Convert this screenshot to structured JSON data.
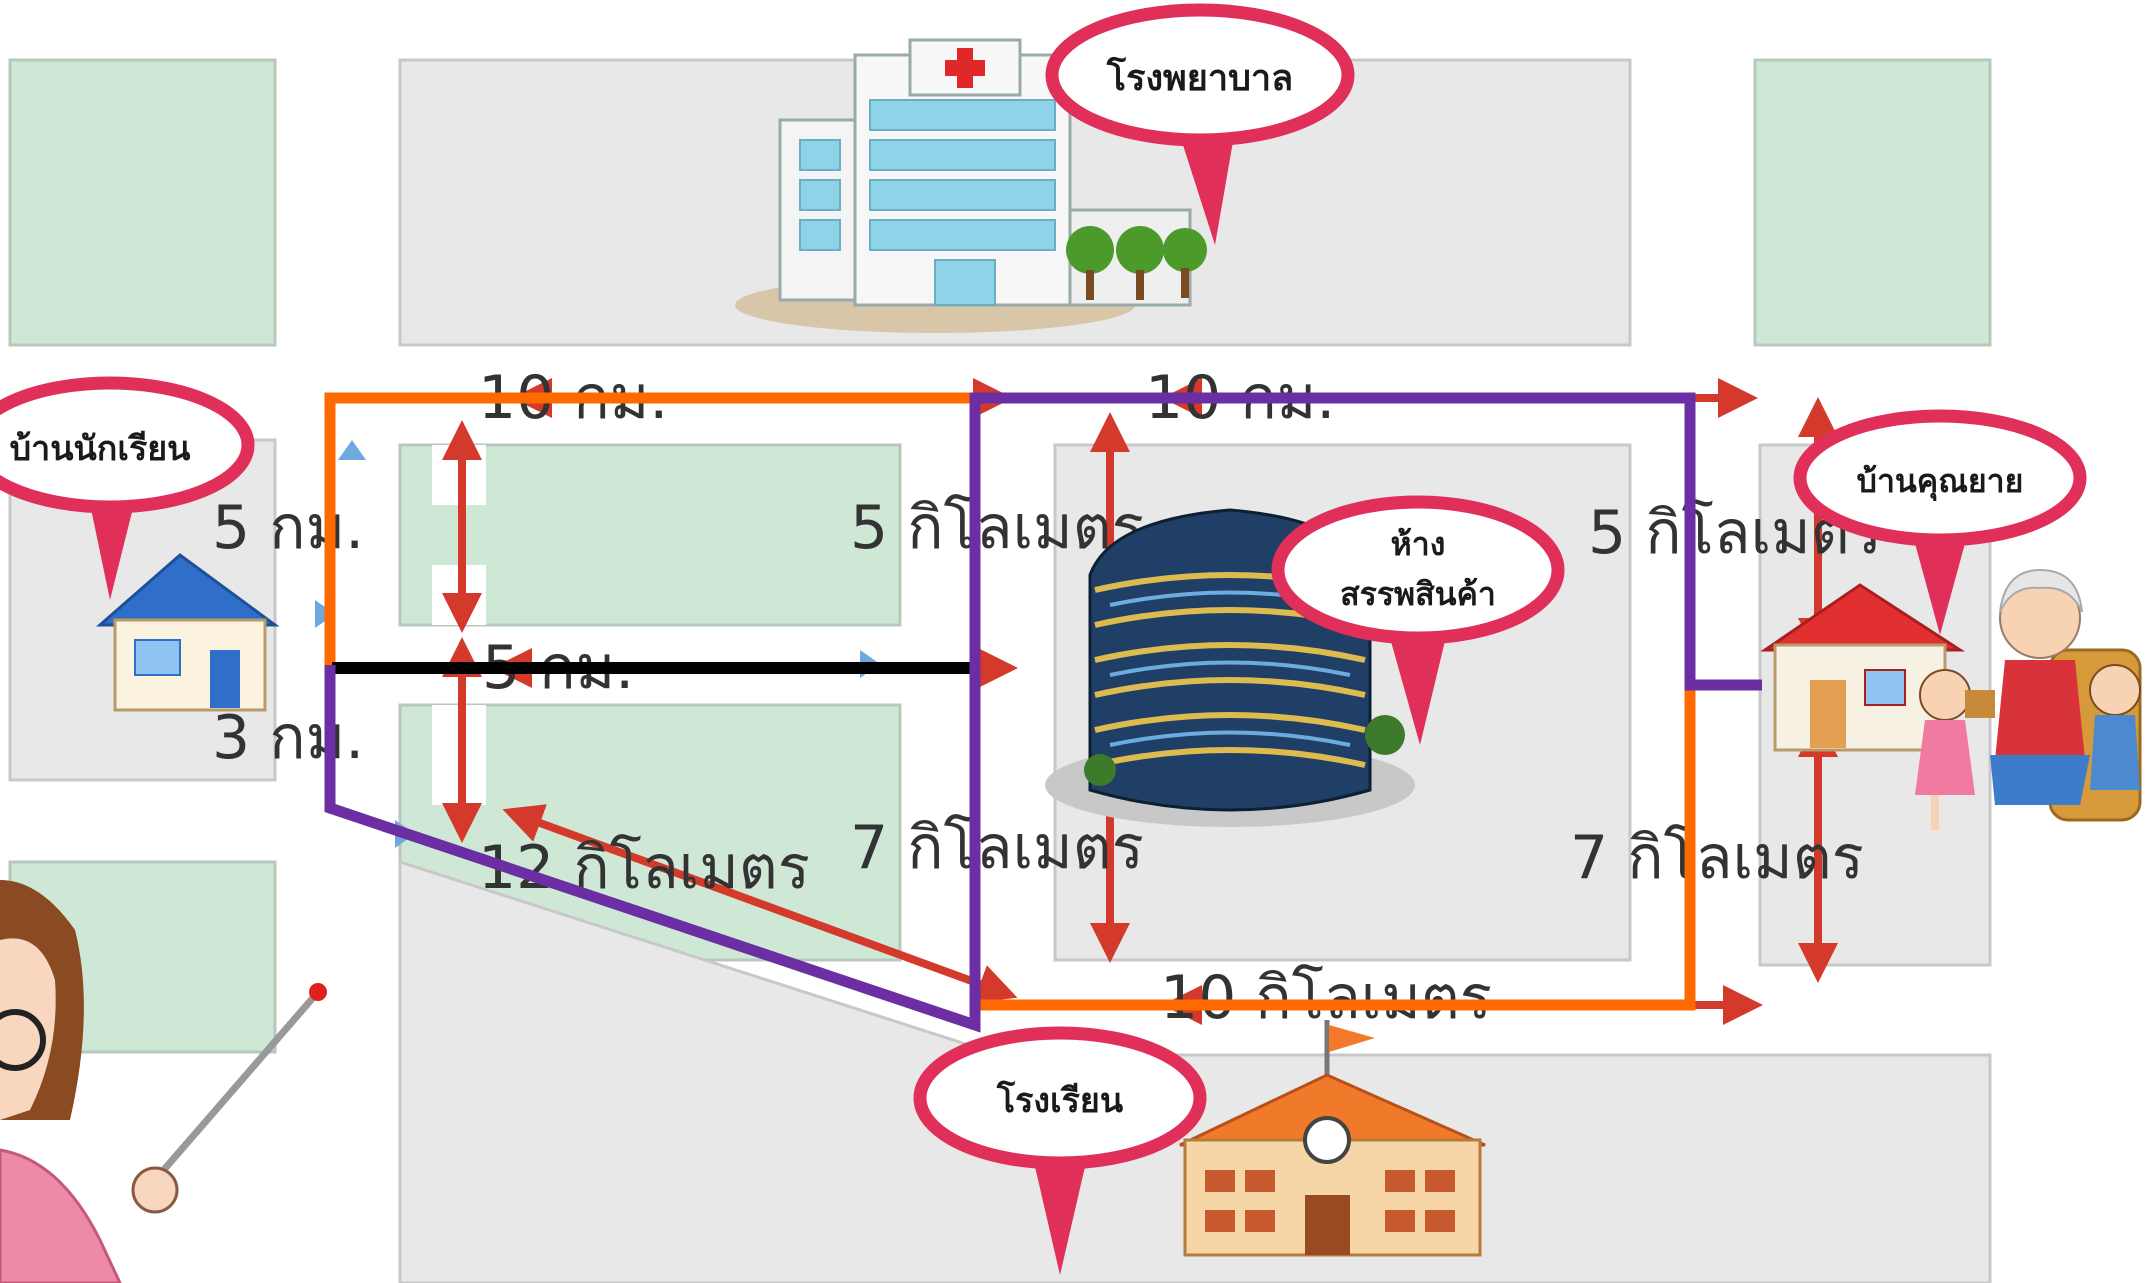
{
  "places": {
    "hospital": "โรงพยาบาล",
    "student_home": "บ้านนักเรียน",
    "department_store_line1": "ห้าง",
    "department_store_line2": "สรรพสินค้า",
    "grandma_home": "บ้านคุณยาย",
    "school": "โรงเรียน"
  },
  "distances": {
    "top_left": "10 กม.",
    "top_right": "10 กม.",
    "left_upper": "5 กม.",
    "left_lower": "3 กม.",
    "middle_mid": "5 กม.",
    "mid_upper": "5 กิโลเมตร",
    "right_upper": "5 กิโลเมตร",
    "diagonal": "12 กิโลเมตร",
    "mid_lower": "7 กิโลเมตร",
    "right_lower": "7 กิโลเมตร",
    "bottom": "10 กิโลเมตร"
  },
  "colors": {
    "block_gray": "#e8e8e8",
    "block_green": "#cfe8d6",
    "arrow_red": "#d33a2c",
    "route_orange": "#ff6a00",
    "route_purple": "#6b2fa3",
    "route_black": "#000000",
    "pin_red": "#e0305a"
  }
}
